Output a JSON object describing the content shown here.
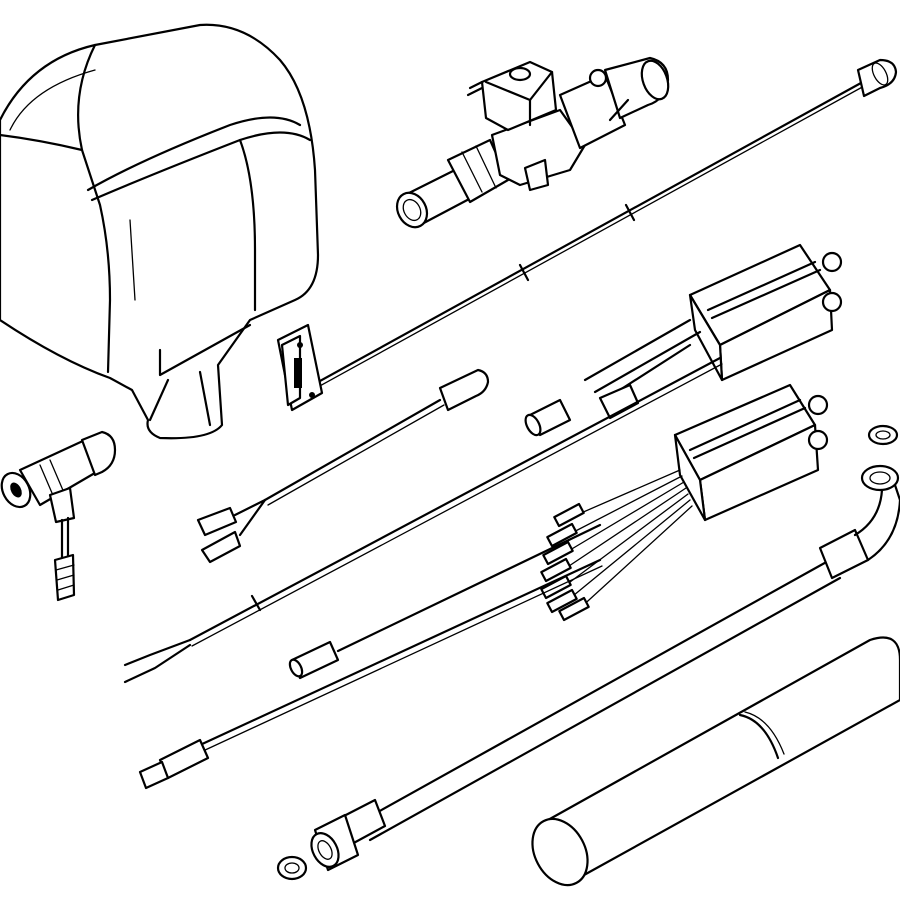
{
  "figure": {
    "labels": []
  },
  "parts": [
    {
      "id": "housing-cover",
      "icon": "cover-icon"
    },
    {
      "id": "solenoid-valve",
      "icon": "valve-icon"
    },
    {
      "id": "long-sensor-cable",
      "icon": "cable-icon"
    },
    {
      "id": "mounting-plate",
      "icon": "bracket-icon"
    },
    {
      "id": "upper-control-module",
      "icon": "module-icon"
    },
    {
      "id": "lower-control-module-with-leads",
      "icon": "module-icon"
    },
    {
      "id": "t-fitting-with-sensor",
      "icon": "fitting-icon"
    },
    {
      "id": "spade-terminal-cable",
      "icon": "cable-icon"
    },
    {
      "id": "two-wire-cable",
      "icon": "cable-icon"
    },
    {
      "id": "connector-cable",
      "icon": "cable-icon"
    },
    {
      "id": "flexible-hose-with-elbow",
      "icon": "hose-icon"
    },
    {
      "id": "cylinder-tube",
      "icon": "tube-icon"
    },
    {
      "id": "sealing-washer-top",
      "icon": "washer-icon"
    },
    {
      "id": "sealing-washer-bottom",
      "icon": "washer-icon"
    }
  ],
  "colors": {
    "stroke": "#000000",
    "background": "#ffffff"
  }
}
